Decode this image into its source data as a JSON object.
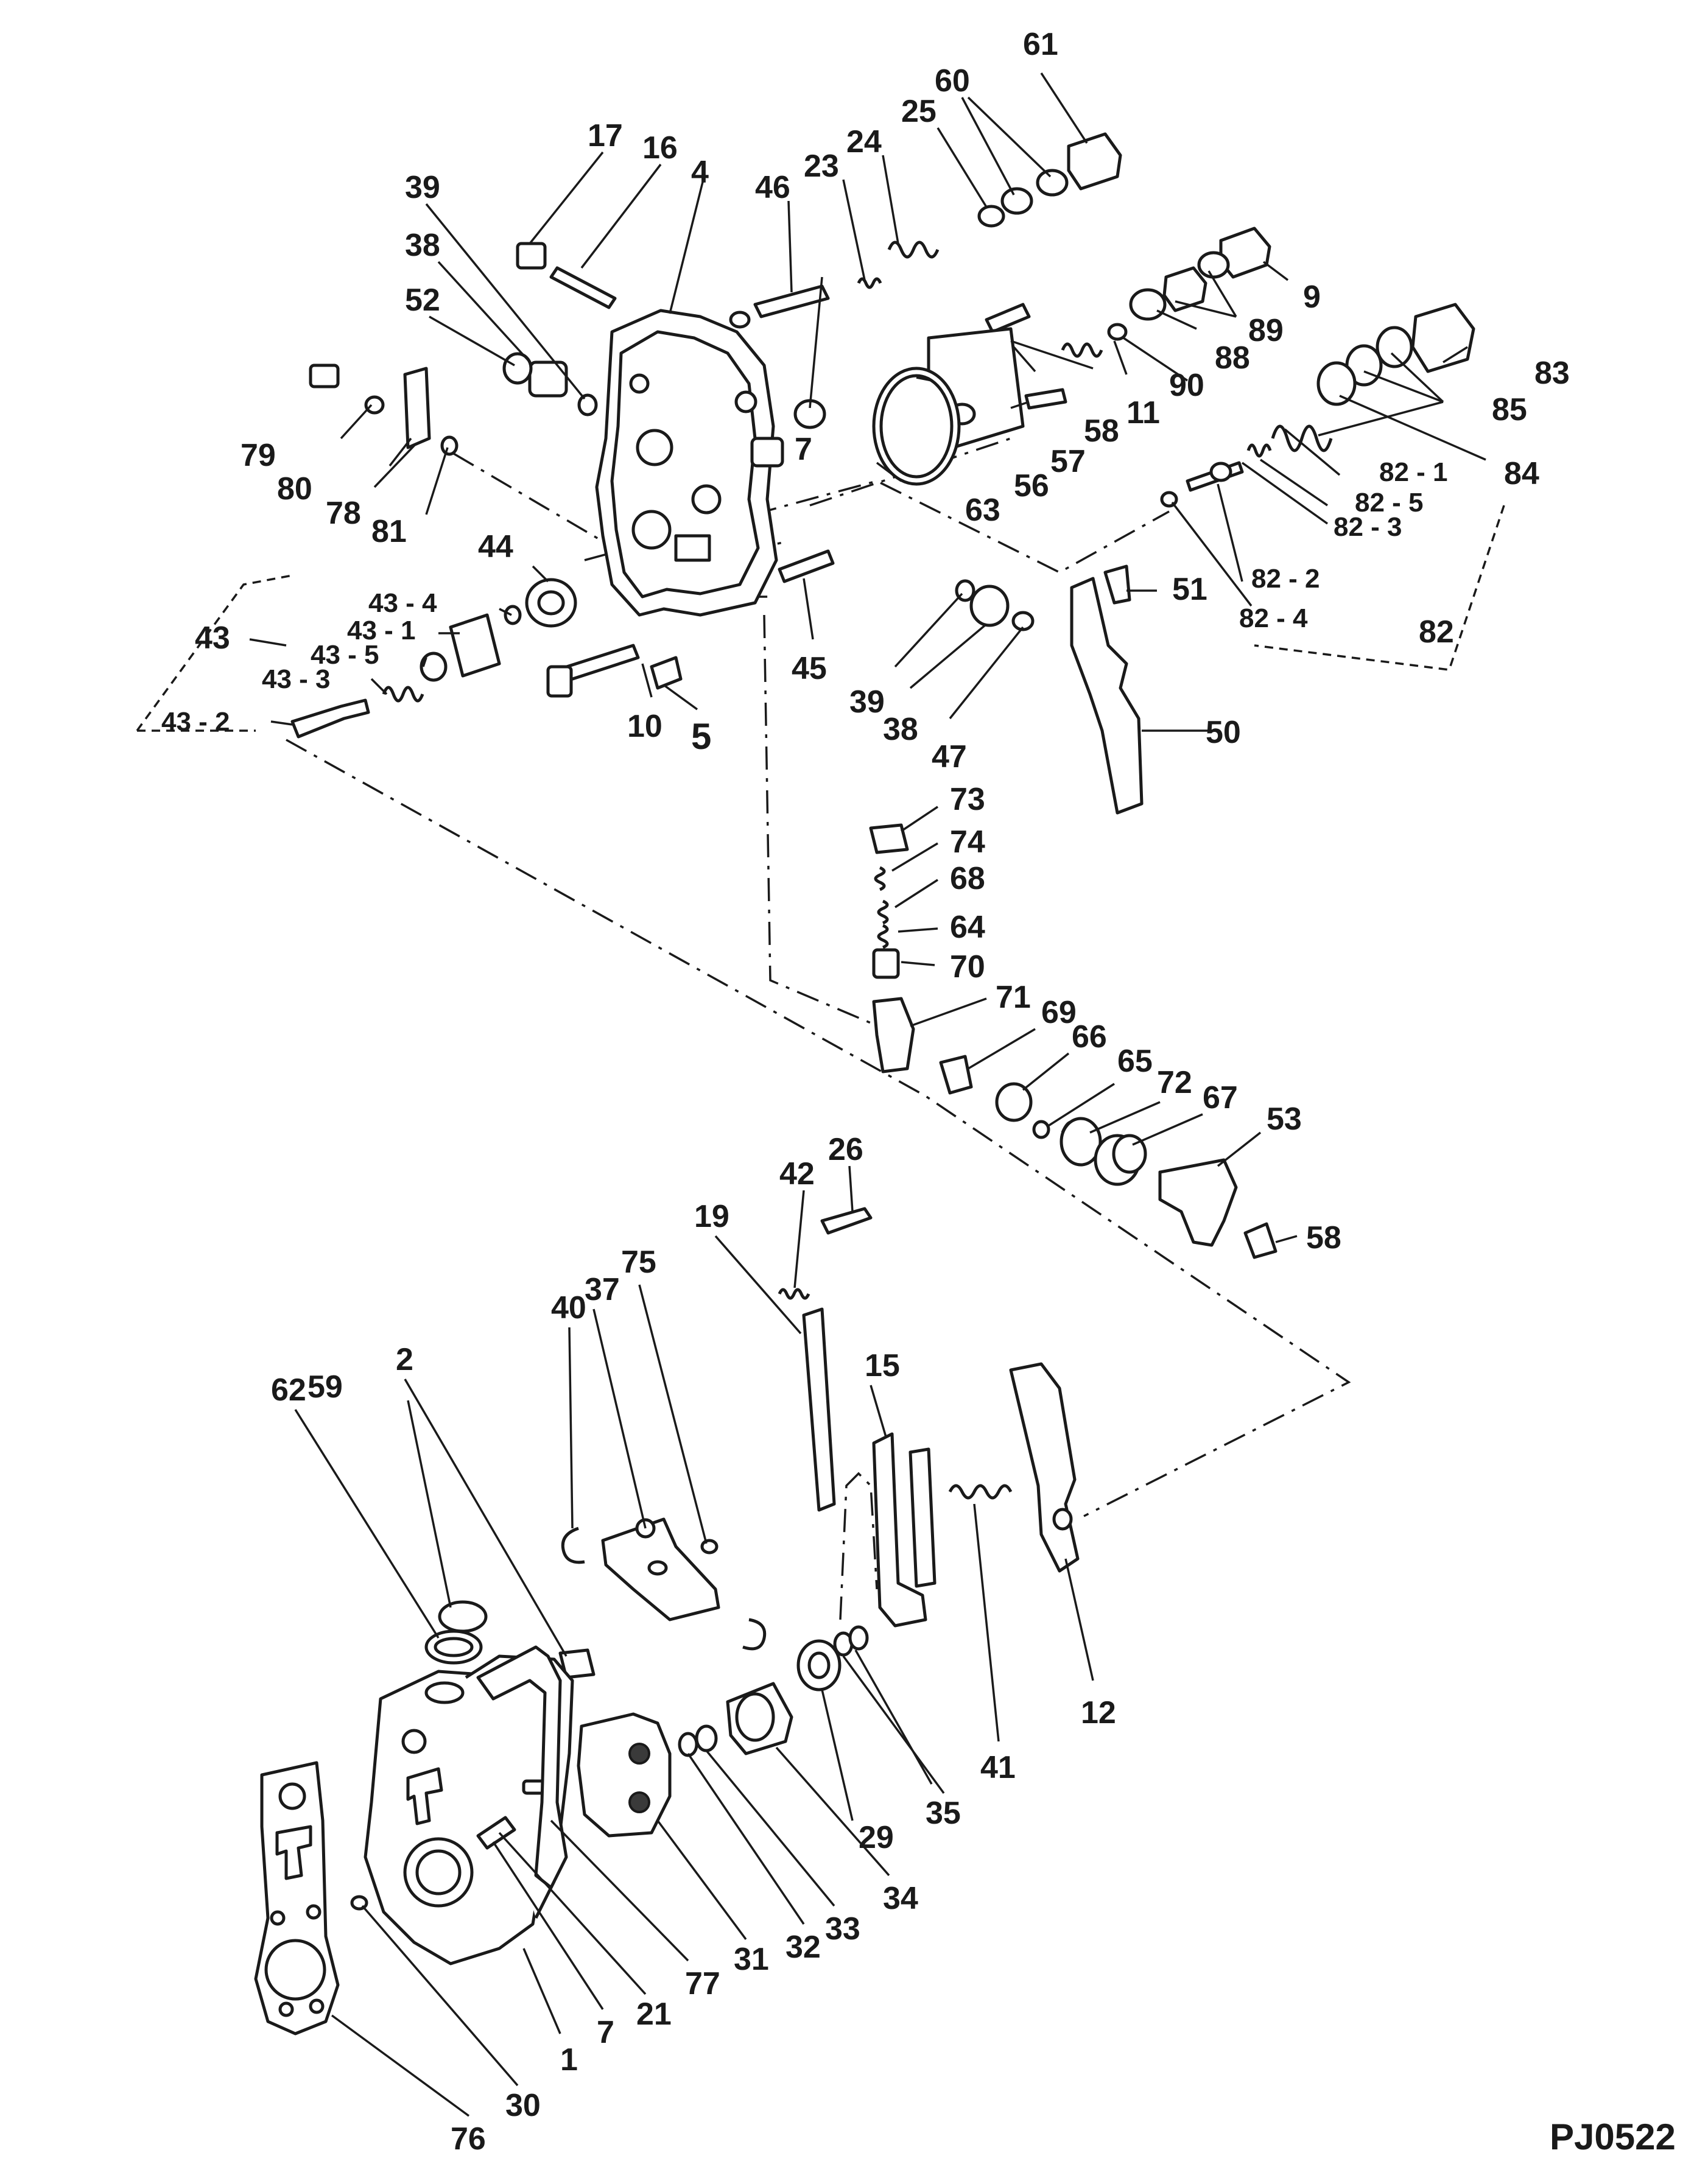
{
  "drawing_code": "PJ0522",
  "labels": {
    "p1": "1",
    "p2": "2",
    "p4": "4",
    "p5": "5",
    "p7a": "7",
    "p7b": "7",
    "p9": "9",
    "p10": "10",
    "p11": "11",
    "p12": "12",
    "p15": "15",
    "p16": "16",
    "p17": "17",
    "p19": "19",
    "p21": "21",
    "p23": "23",
    "p24": "24",
    "p25": "25",
    "p26": "26",
    "p29": "29",
    "p30": "30",
    "p31": "31",
    "p32": "32",
    "p33": "33",
    "p34": "34",
    "p35": "35",
    "p37": "37",
    "p38a": "38",
    "p38b": "38",
    "p39a": "39",
    "p39b": "39",
    "p40": "40",
    "p41": "41",
    "p42": "42",
    "p43": "43",
    "p43_1": "43 - 1",
    "p43_2": "43 - 2",
    "p43_3": "43 - 3",
    "p43_4": "43 - 4",
    "p43_5": "43 - 5",
    "p44": "44",
    "p45": "45",
    "p46": "46",
    "p47": "47",
    "p50": "50",
    "p51": "51",
    "p52": "52",
    "p53": "53",
    "p56": "56",
    "p57": "57",
    "p58a": "58",
    "p58b": "58",
    "p59": "59",
    "p60": "60",
    "p61": "61",
    "p62": "62",
    "p63": "63",
    "p64": "64",
    "p65": "65",
    "p66": "66",
    "p67": "67",
    "p68": "68",
    "p69": "69",
    "p70": "70",
    "p71": "71",
    "p72": "72",
    "p73": "73",
    "p74": "74",
    "p75": "75",
    "p76": "76",
    "p77": "77",
    "p78": "78",
    "p79": "79",
    "p80": "80",
    "p81": "81",
    "p82": "82",
    "p82_1": "82 - 1",
    "p82_2": "82 - 2",
    "p82_3": "82 - 3",
    "p82_4": "82 - 4",
    "p82_5": "82 - 5",
    "p83": "83",
    "p84": "84",
    "p85": "85",
    "p88": "88",
    "p89": "89",
    "p90": "90"
  }
}
